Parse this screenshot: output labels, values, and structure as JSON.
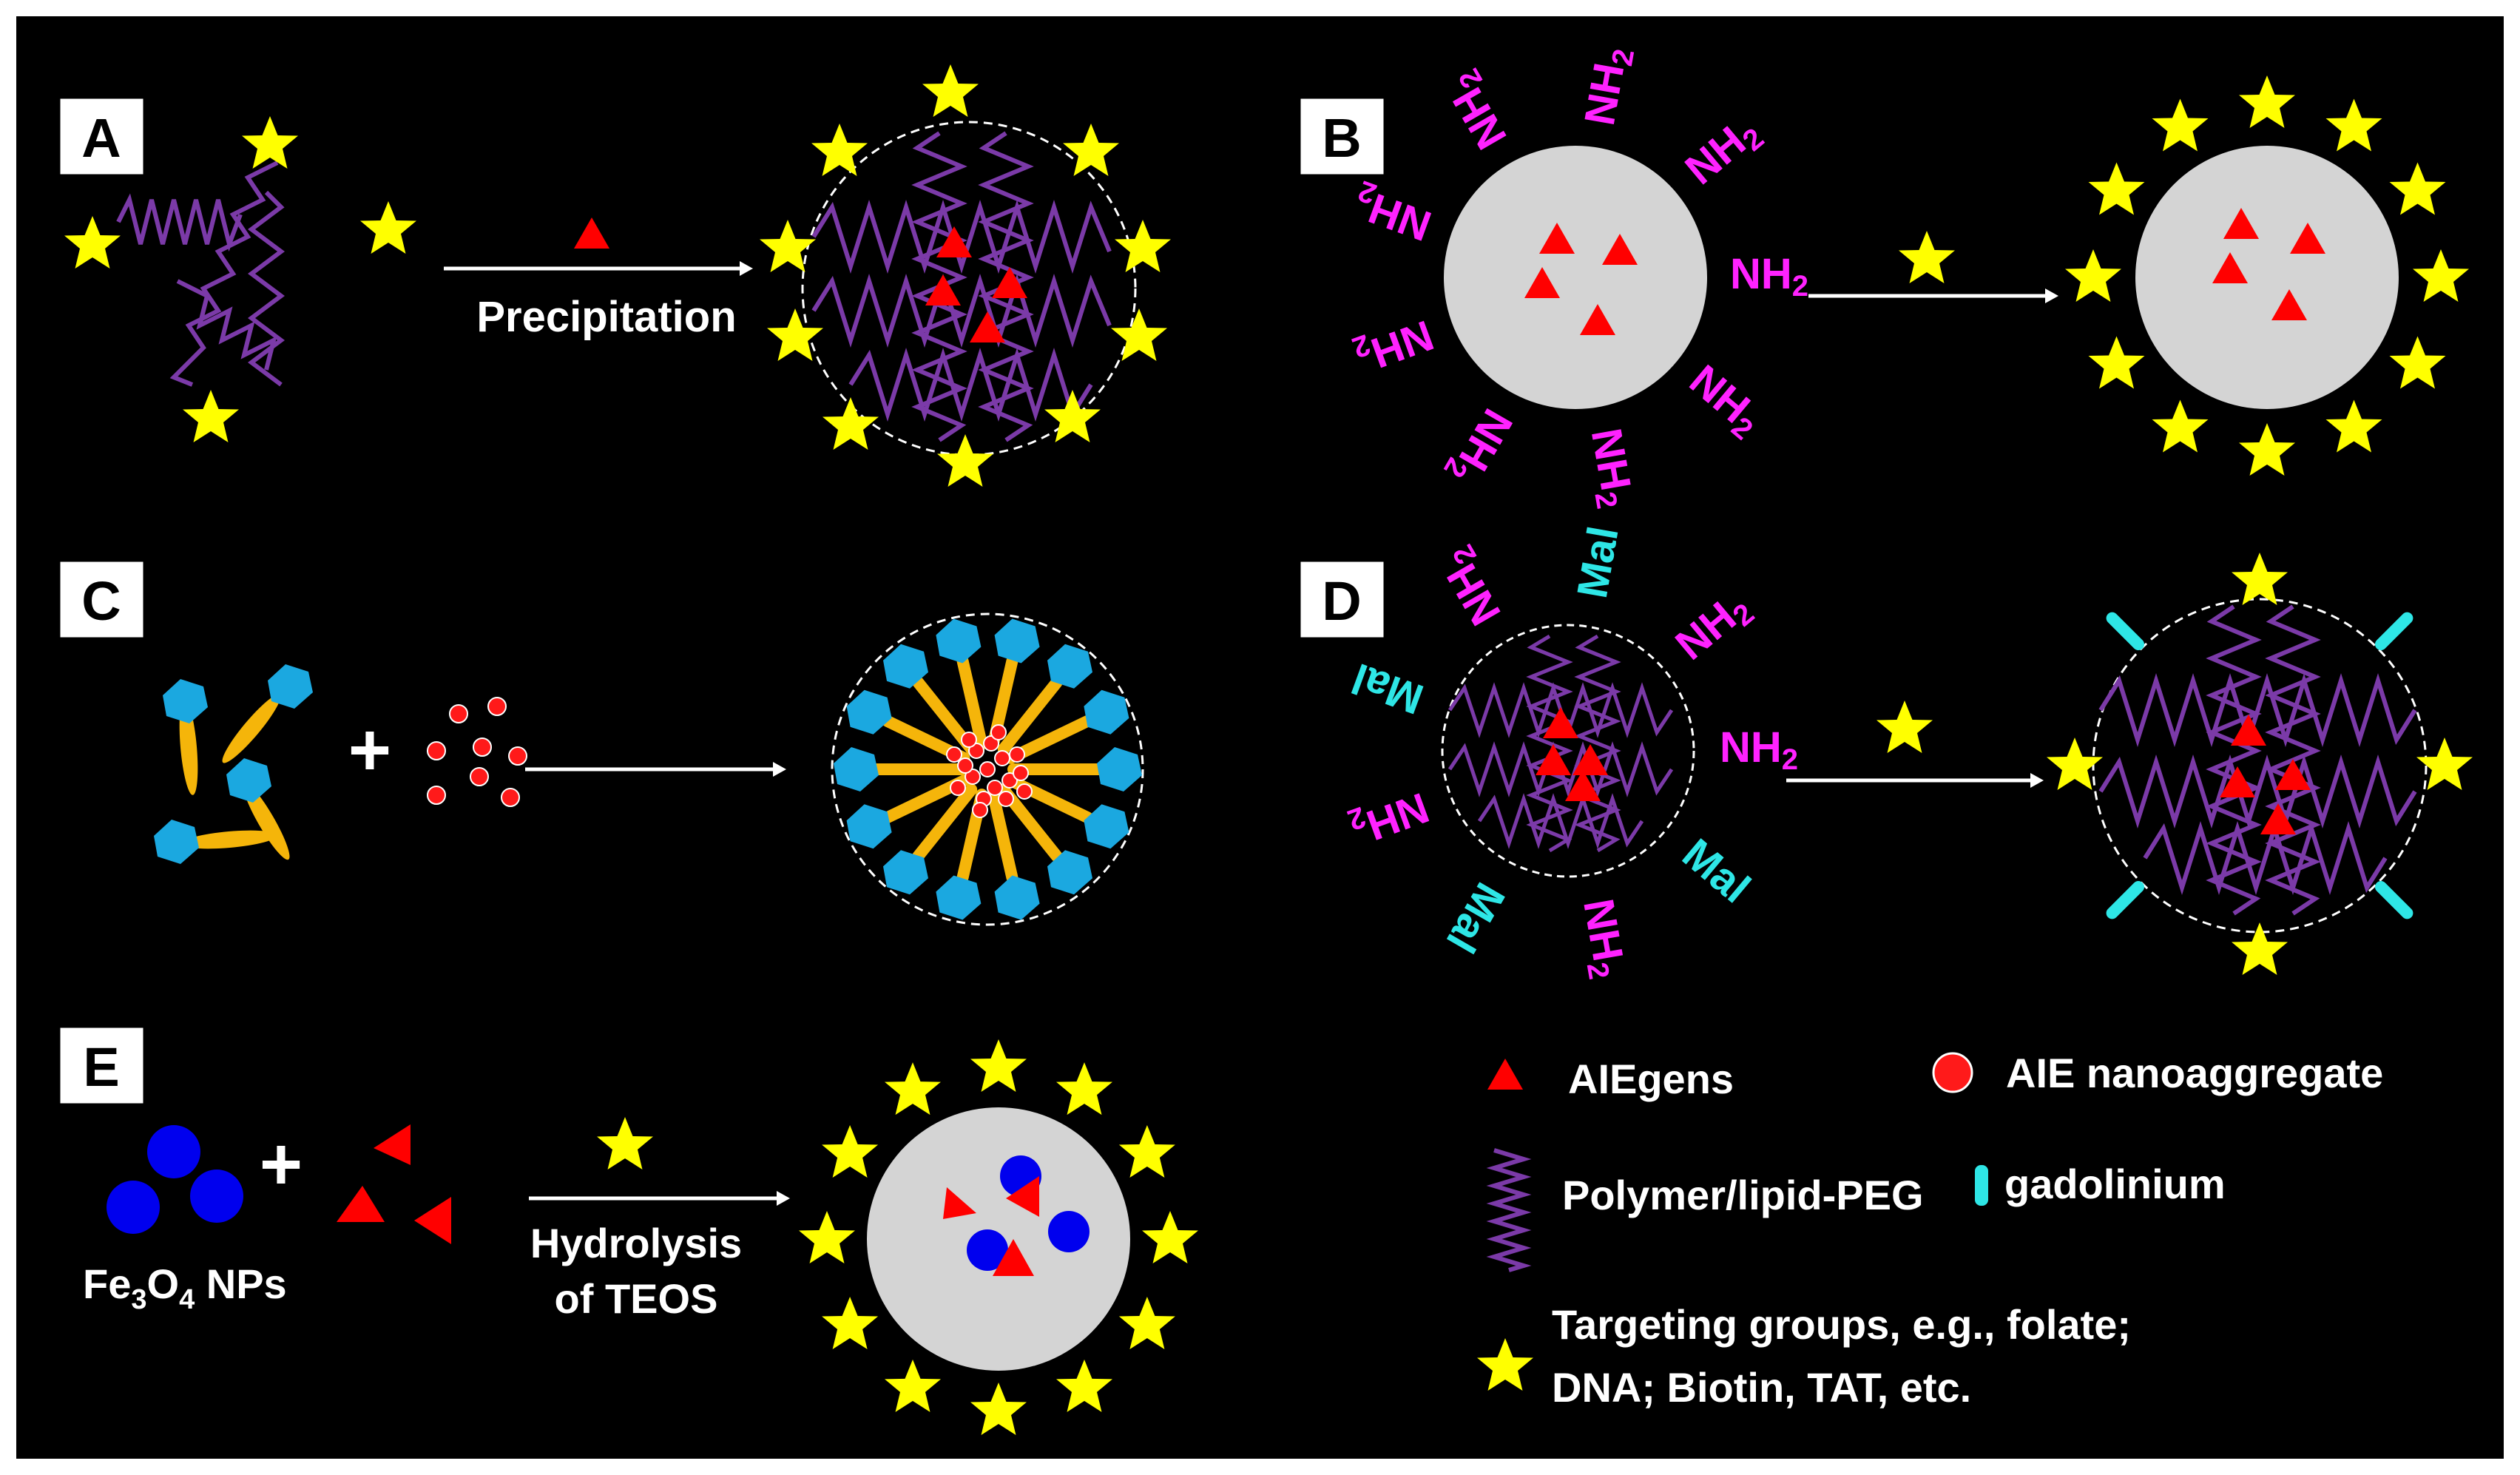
{
  "panels": {
    "a": {
      "letter": "A",
      "arrow_label": "Precipitation"
    },
    "b": {
      "letter": "B",
      "group_label": "NH2",
      "group_main": "NH",
      "group_sub": "2"
    },
    "c": {
      "letter": "C"
    },
    "d": {
      "letter": "D",
      "amine_main": "NH",
      "amine_sub": "2",
      "maleimide_label": "Mal"
    },
    "e": {
      "letter": "E",
      "reagent_fe": "Fe",
      "reagent_sub3": "3",
      "reagent_o": "O",
      "reagent_sub4": "4",
      "reagent_nps": " NPs",
      "arrow_label_line1": "Hydrolysis",
      "arrow_label_line2": "of TEOS",
      "plus": "+"
    }
  },
  "legend": {
    "aiegens": "AIEgens",
    "aie_nanoaggregate": "AIE nanoaggregate",
    "polymer": "Polymer/lipid-PEG",
    "gadolinium": "gadolinium",
    "targeting_line1": "Targeting groups, e.g., folate;",
    "targeting_line2": "DNA; Biotin, TAT, etc."
  },
  "colors": {
    "background": "#000000",
    "star": "#ffff00",
    "aiegen": "#ff0000",
    "polymer": "#7b3aa8",
    "nanoparticle": "#d4d4d4",
    "amine_text": "#ff22ff",
    "maleimide_text": "#2ee6e6",
    "gadolinium": "#2ee6e6",
    "lipid_head": "#1ba8e0",
    "lipid_tail": "#f5b50a",
    "fe3o4": "#0000ee"
  }
}
